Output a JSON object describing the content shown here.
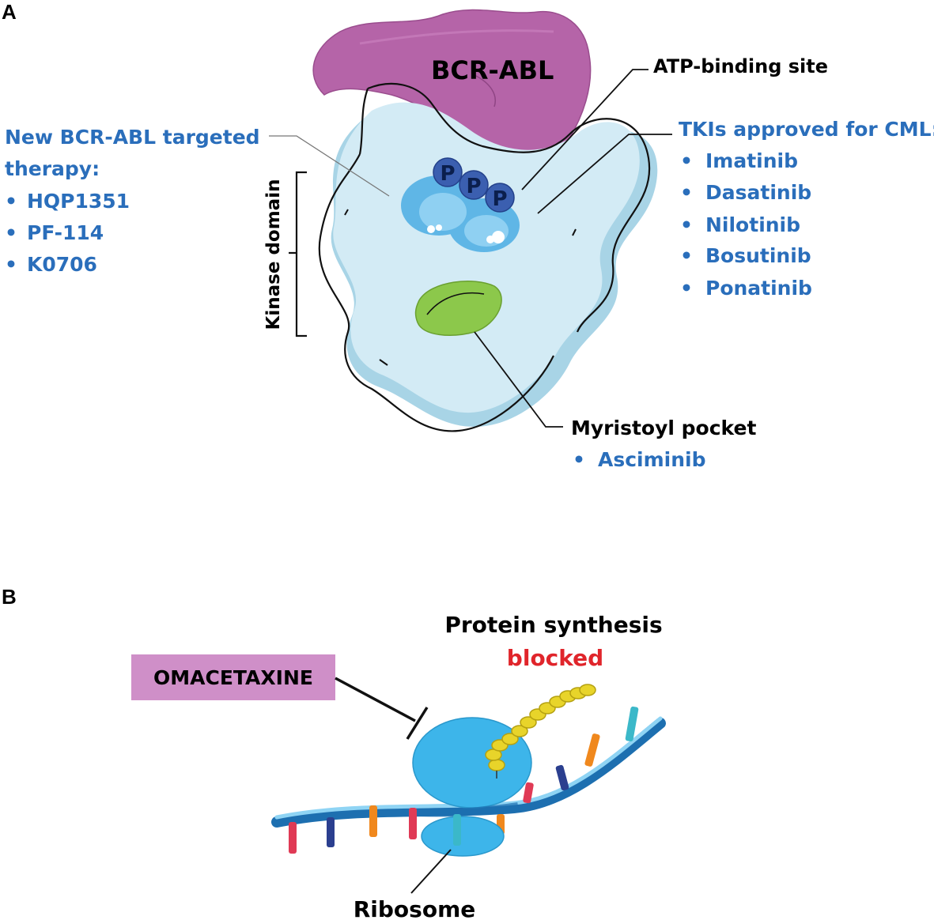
{
  "colors": {
    "blue_text": "#2a6ebb",
    "red_text": "#e0252b",
    "bcr_abl_purple": "#b564a8",
    "kinase_light": "#cbe6f2",
    "atp_blue": "#5fb6e6",
    "phosphate": "#3b5fb0",
    "myristoyl_green": "#8cc84b",
    "omacetaxine_box": "#cf8fc8",
    "ribosome_blue": "#3db5ea",
    "peptide_yellow": "#e8d42a"
  },
  "panel_a": {
    "label": "A",
    "protein": "BCR-ABL",
    "atp_site": "ATP-binding site",
    "phosphates": [
      "P",
      "P",
      "P"
    ],
    "kinase_domain": "Kinase domain",
    "new_therapy_title_1": "New BCR-ABL targeted",
    "new_therapy_title_2": "therapy:",
    "new_therapy_drugs": [
      "HQP1351",
      "PF-114",
      "K0706"
    ],
    "tki_title": "TKIs approved for CML:",
    "tki_drugs": [
      "Imatinib",
      "Dasatinib",
      "Nilotinib",
      "Bosutinib",
      "Ponatinib"
    ],
    "myristoyl_title": "Myristoyl pocket",
    "myristoyl_drug": "Asciminib",
    "bullet": "•"
  },
  "panel_b": {
    "label": "B",
    "drug_box": "OMACETAXINE",
    "protein_synthesis": "Protein synthesis",
    "blocked": "blocked",
    "ribosome": "Ribosome"
  }
}
